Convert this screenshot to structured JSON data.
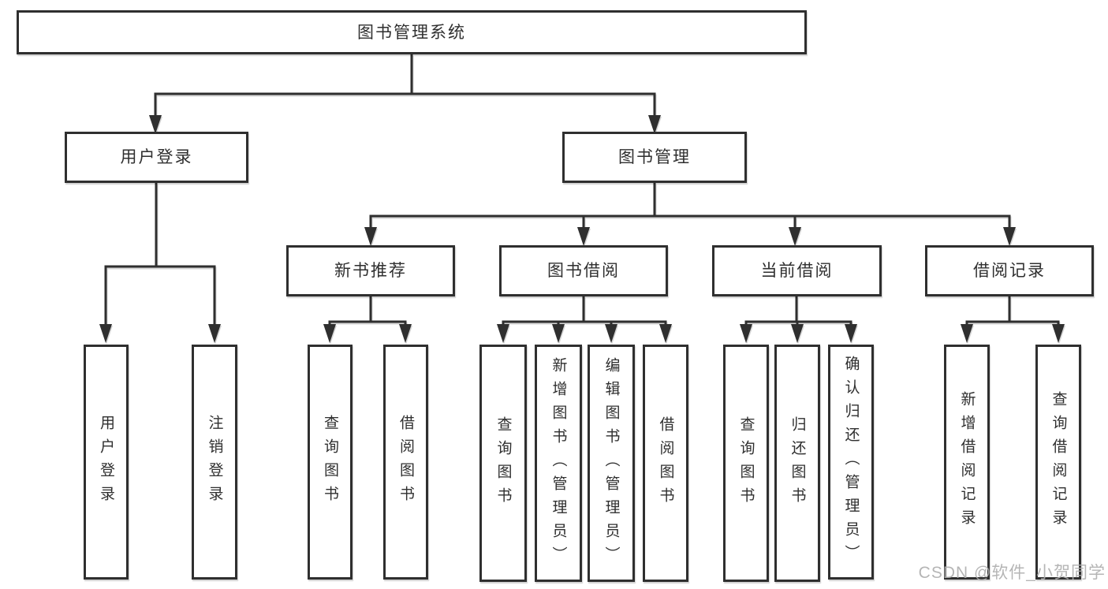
{
  "diagram": {
    "root": {
      "label": "图书管理系统"
    },
    "branches": [
      {
        "label": "用户登录",
        "children": [
          {
            "label": "用户登录"
          },
          {
            "label": "注销登录"
          }
        ]
      },
      {
        "label": "图书管理",
        "sections": [
          {
            "label": "新书推荐",
            "children": [
              {
                "label": "查询图书"
              },
              {
                "label": "借阅图书"
              }
            ]
          },
          {
            "label": "图书借阅",
            "children": [
              {
                "label": "查询图书"
              },
              {
                "label": "新增图书（管理员）"
              },
              {
                "label": "编辑图书（管理员）"
              },
              {
                "label": "借阅图书"
              }
            ]
          },
          {
            "label": "当前借阅",
            "children": [
              {
                "label": "查询图书"
              },
              {
                "label": "归还图书"
              },
              {
                "label": "确认归还（管理员）"
              }
            ]
          },
          {
            "label": "借阅记录",
            "children": [
              {
                "label": "新增借阅记录"
              },
              {
                "label": "查询借阅记录"
              }
            ]
          }
        ]
      }
    ]
  },
  "watermark": {
    "text": "CSDN @软件_小贺同学"
  },
  "colors": {
    "line": "#2f2f2f",
    "box_background": "#ffffff",
    "watermark": "#aeaeae"
  }
}
